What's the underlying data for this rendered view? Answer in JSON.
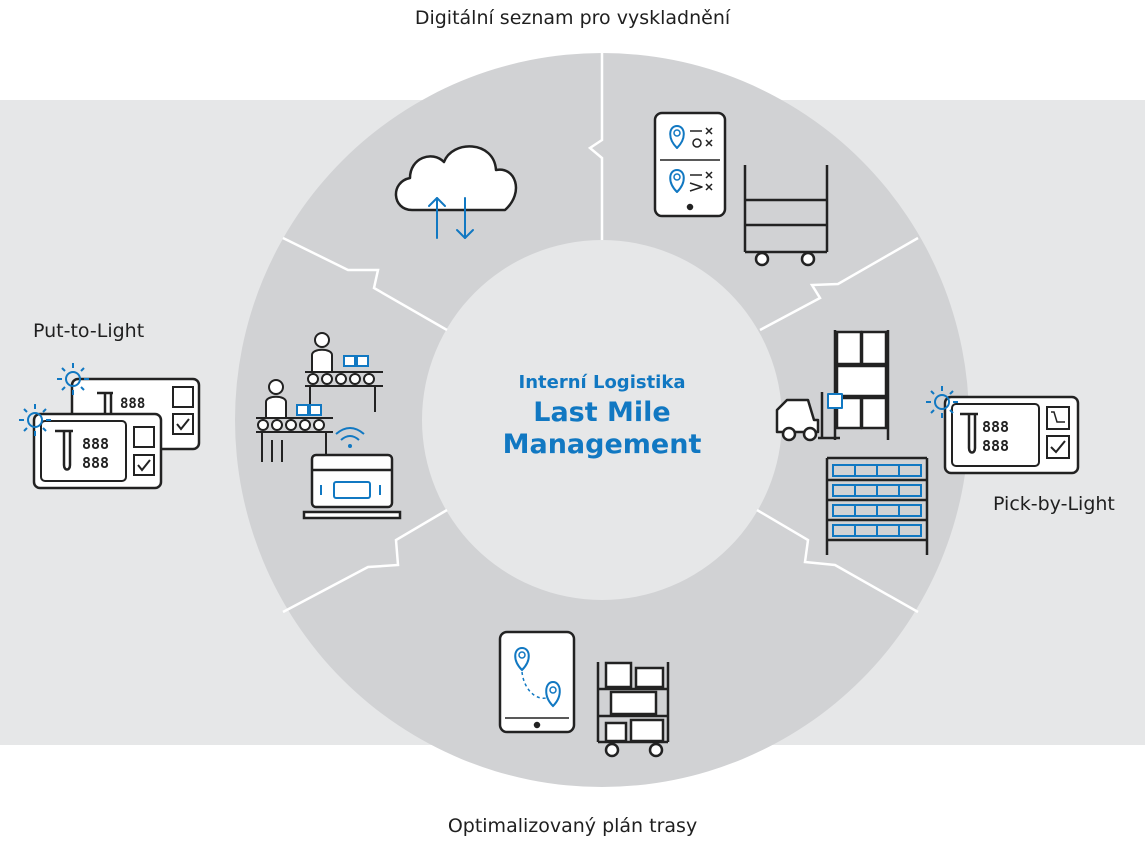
{
  "diagram": {
    "label_top": "Digitální seznam pro vyskladnění",
    "label_bottom": "Optimalizovaný plán trasy",
    "label_left": "Put-to-Light",
    "label_right": "Pick-by-Light",
    "center_subtitle": "Interní Logistika",
    "center_title_line1": "Last Mile",
    "center_title_line2": "Management"
  },
  "colors": {
    "band": "#e6e7e8",
    "ring": "#d1d2d4",
    "center": "#e6e7e8",
    "accent": "#1178c2",
    "line": "#222222"
  },
  "icons": [
    "cloud-sync-icon",
    "tablet-picklist-icon",
    "cart-icon",
    "shelf-icon",
    "forklift-icon",
    "bin-rack-icon",
    "pick-light-display-icon",
    "tablet-route-icon",
    "route-cart-icon",
    "packing-workers-icon",
    "wifi-scale-icon",
    "put-light-display-icon"
  ]
}
